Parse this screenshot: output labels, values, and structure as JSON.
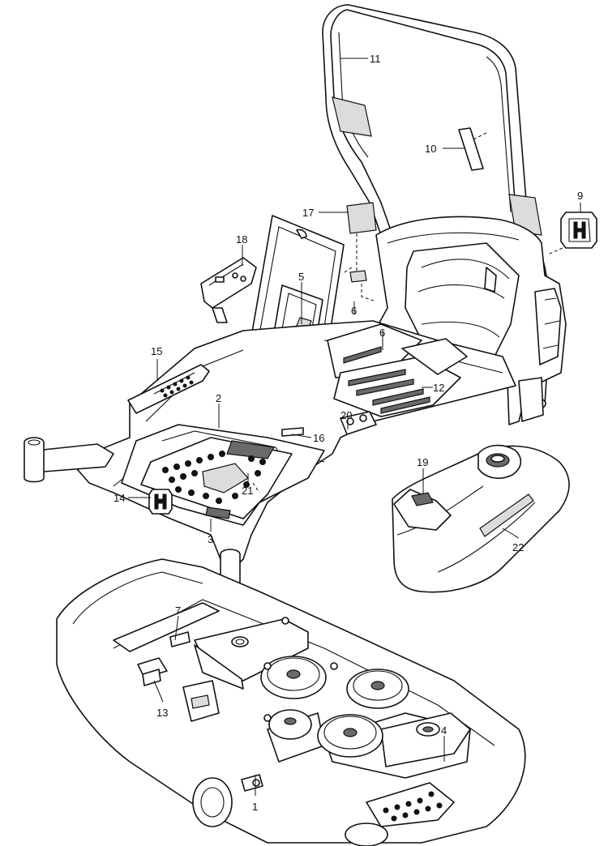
{
  "callouts": [
    "1",
    "2",
    "3",
    "4",
    "5",
    "6",
    "6",
    "7",
    "9",
    "10",
    "11",
    "12",
    "13",
    "14",
    "15",
    "16",
    "17",
    "18",
    "19",
    "20",
    "21",
    "22"
  ]
}
